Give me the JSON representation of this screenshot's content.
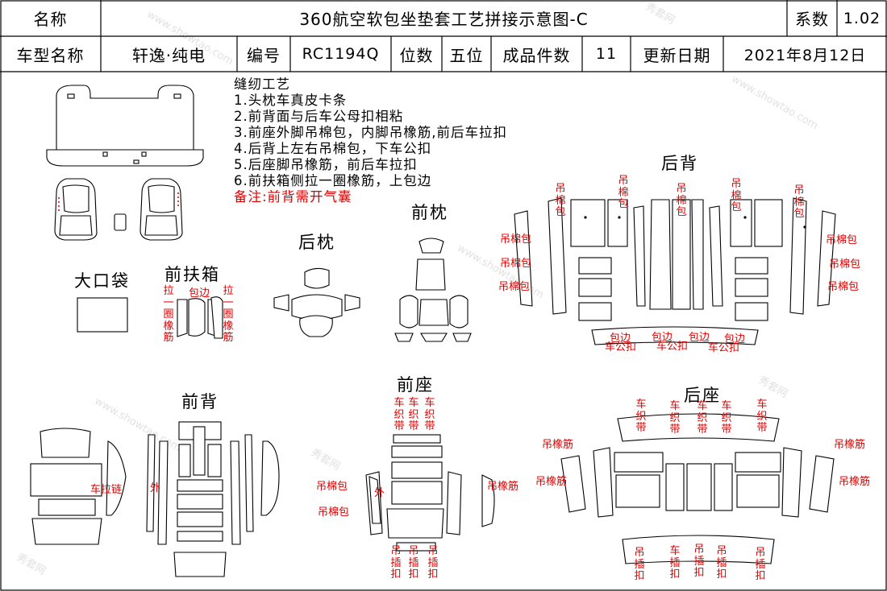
{
  "header": {
    "name_label": "名称",
    "title": "360航空软包坐垫套工艺拼接示意图-C",
    "coef_label": "系数",
    "coef_value": "1.02",
    "model_label": "车型名称",
    "model_value": "轩逸·纯电",
    "code_label": "编号",
    "code_value": "RC1194Q",
    "seats_label": "位数",
    "seats_value": "五位",
    "pieces_label": "成品件数",
    "pieces_value": "11",
    "date_label": "更新日期",
    "date_value": "2021年8月12日"
  },
  "notes": {
    "title": "缝纫工艺",
    "lines": [
      "1.头枕车真皮卡条",
      "2.前背面与后车公母扣相粘",
      "3.前座外脚吊棉包，内脚吊橡筋,前后车拉扣",
      "4.后背上左右吊棉包，下车公扣",
      "5.后座脚吊橡筋，前后车拉扣",
      "6.前扶箱侧拉一圈橡筋，上包边"
    ],
    "remark": "备注:前背需开气囊"
  },
  "sections": {
    "big_pocket": "大口袋",
    "front_armrest": "前扶箱",
    "rear_headrest": "后枕",
    "front_headrest": "前枕",
    "rear_back": "后背",
    "front_back": "前背",
    "front_seat": "前座",
    "rear_seat": "后座"
  },
  "labels": {
    "armrest_pull_left": "拉一圈橡筋",
    "armrest_edge": "包边",
    "armrest_pull_right": "拉一圈橡筋",
    "rb_hang_top_1": "吊棉包",
    "rb_hang_top_2": "吊棉包",
    "rb_hang_top_3": "吊棉包",
    "rb_hang_top_4": "吊棉包",
    "rb_hang_top_5": "吊棉包",
    "rb_left_1": "吊棉包",
    "rb_left_2": "吊棉包",
    "rb_left_3": "吊棉包",
    "rb_right_1": "吊棉包",
    "rb_right_2": "吊棉包",
    "rb_right_3": "吊棉包",
    "rb_edge_1": "包边",
    "rb_edge_2": "包边",
    "rb_edge_3": "包边",
    "rb_edge_4": "包边",
    "rb_male_1": "车公扣",
    "rb_male_2": "车公扣",
    "rb_male_3": "车公扣",
    "fb_zipper": "车拉链",
    "fb_outer": "外",
    "fs_strap_1": "车织带",
    "fs_strap_2": "车织带",
    "fs_strap_3": "车织带",
    "fs_left_1": "吊棉包",
    "fs_left_2": "吊棉包",
    "fs_outer": "外",
    "fs_right": "吊橡筋",
    "fs_buckle_1": "吊插扣",
    "fs_buckle_2": "吊插扣",
    "fs_buckle_3": "吊插扣",
    "rs_strap_1": "车织带",
    "rs_strap_2": "车织带",
    "rs_strap_3": "车织带",
    "rs_strap_4": "车织带",
    "rs_strap_5": "车织带",
    "rs_left_1": "吊橡筋",
    "rs_left_2": "吊橡筋",
    "rs_right_1": "吊橡筋",
    "rs_right_2": "吊橡筋",
    "rs_buckle_1": "吊插扣",
    "rs_buckle_2": "车插扣",
    "rs_buckle_3": "吊插扣",
    "rs_buckle_4": "吊插扣",
    "rs_buckle_5": "吊插扣"
  },
  "watermark": {
    "site": "www.showtao.com",
    "cn": "秀套网"
  },
  "colors": {
    "annotation": "#e00000",
    "line": "#000000"
  }
}
